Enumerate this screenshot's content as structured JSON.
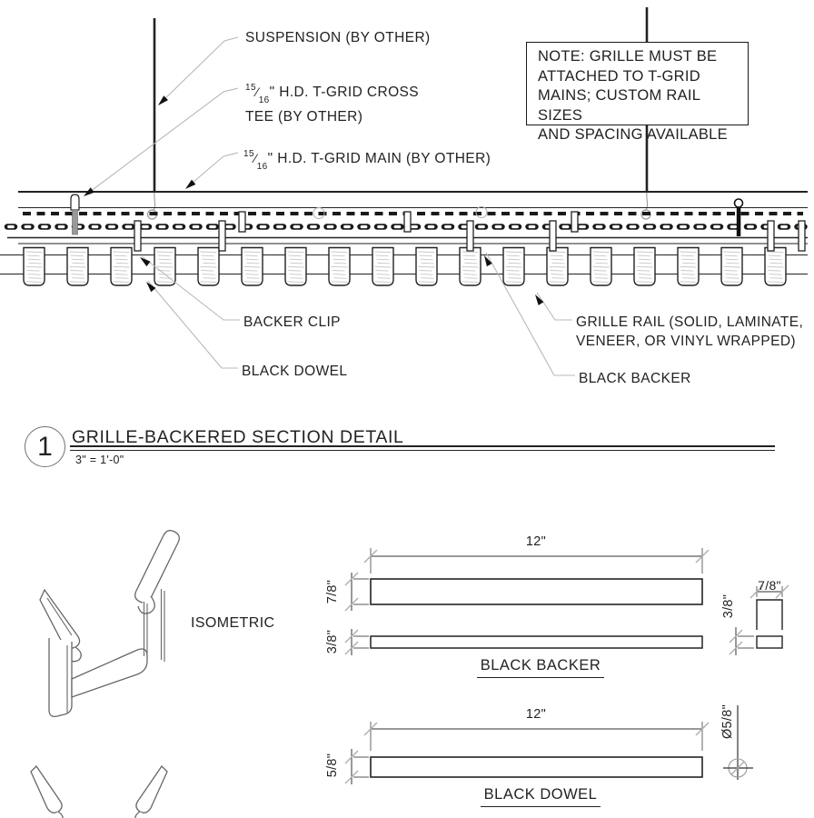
{
  "colors": {
    "line": "#222222",
    "leader": "#b8b8b8",
    "grain": "#c6c6c6",
    "dim": "#333333",
    "ext": "#555555",
    "tick": "#b0b0b0",
    "gray_fill": "#999999"
  },
  "section": {
    "labels": {
      "suspension": "SUSPENSION (BY OTHER)",
      "frac_sup": "15",
      "frac_slash": "⁄",
      "frac_sub": "16",
      "cross_tee_rest": "\" H.D. T-GRID CROSS",
      "cross_tee_line2": "TEE (BY OTHER)",
      "main_rest": "\" H.D. T-GRID MAIN (BY OTHER)",
      "backer_clip": "BACKER CLIP",
      "black_dowel": "BLACK DOWEL",
      "grille_rail_line1": "GRILLE RAIL (SOLID, LAMINATE,",
      "grille_rail_line2": "VENEER, OR VINYL WRAPPED)",
      "black_backer": "BLACK BACKER"
    },
    "note_lines": [
      "NOTE: GRILLE MUST BE",
      "ATTACHED TO T-GRID",
      "MAINS; CUSTOM RAIL SIZES",
      "AND SPACING AVAILABLE"
    ]
  },
  "title_block": {
    "number": "1",
    "title": "GRILLE-BACKERED SECTION DETAIL",
    "scale": "3\" = 1'-0\""
  },
  "details": {
    "isometric_label": "ISOMETRIC",
    "backer": {
      "length": "12\"",
      "top_height": "7/8\"",
      "bottom_height": "3/8\"",
      "end_width": "7/8\"",
      "end_thickness": "3/8\"",
      "name": "BLACK BACKER"
    },
    "dowel": {
      "length": "12\"",
      "height": "5/8\"",
      "diameter": "Ø5/8\"",
      "name": "BLACK DOWEL"
    }
  }
}
